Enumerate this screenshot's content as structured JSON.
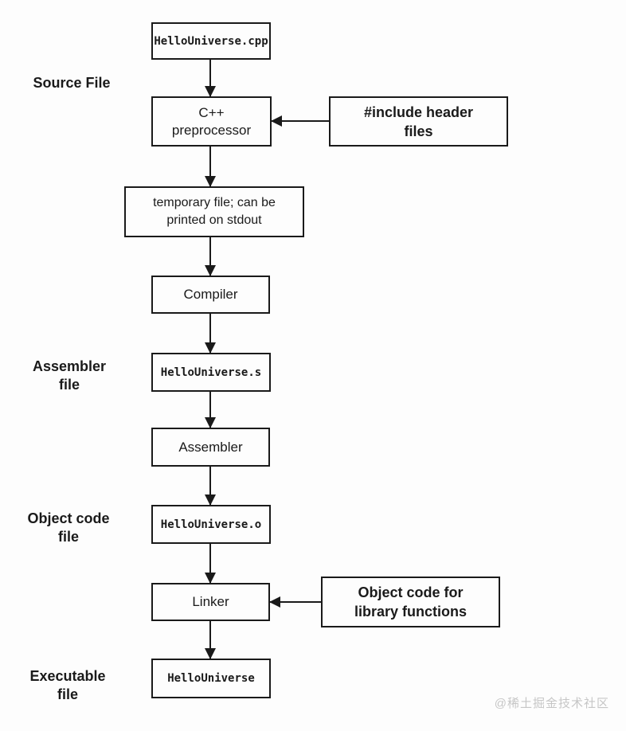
{
  "diagram": {
    "nodes": {
      "source_cpp": "HelloUniverse.cpp",
      "preprocessor": "C++\npreprocessor",
      "include_headers": "#include header\nfiles",
      "temp_file": "temporary file; can be\nprinted on stdout",
      "compiler": "Compiler",
      "assembler_s": "HelloUniverse.s",
      "assembler": "Assembler",
      "object_o": "HelloUniverse.o",
      "linker": "Linker",
      "object_lib": "Object code for\nlibrary functions",
      "executable": "HelloUniverse"
    },
    "labels": {
      "source_file": "Source File",
      "assembler_file": "Assembler\nfile",
      "object_code_file": "Object code\nfile",
      "executable_file": "Executable\nfile"
    },
    "watermark": "@稀土掘金技术社区",
    "colors": {
      "line": "#1a1a1a",
      "background": "#fdfdfd",
      "watermark": "#c6c6c6"
    }
  }
}
